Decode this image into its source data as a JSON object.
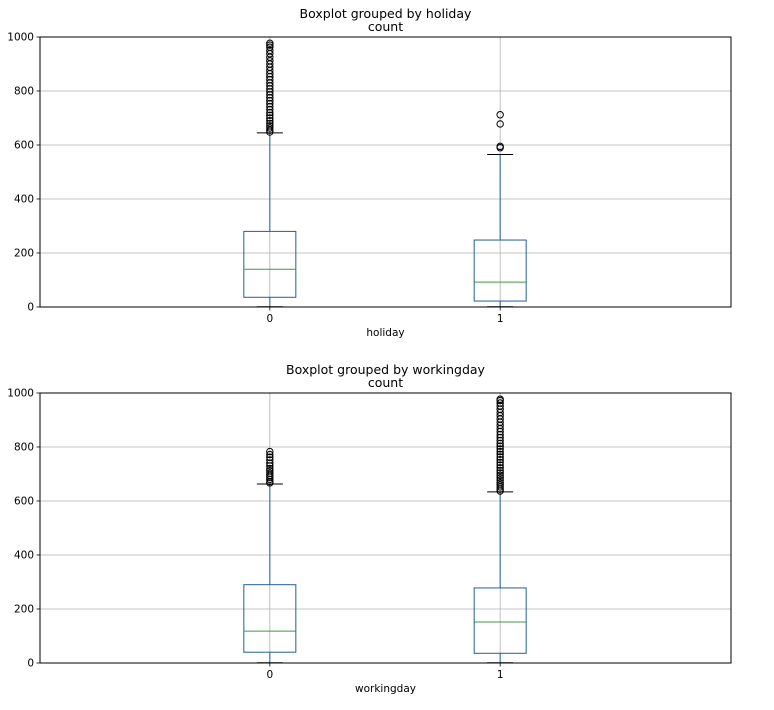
{
  "chart_data": [
    {
      "type": "boxplot",
      "title": "Boxplot grouped by holiday",
      "subtitle": "count",
      "xlabel": "holiday",
      "ylabel": "",
      "ylim": [
        0,
        1000
      ],
      "yticks": [
        "0",
        "200",
        "400",
        "600",
        "800",
        "1000"
      ],
      "categories": [
        "0",
        "1"
      ],
      "grid": true,
      "boxes": [
        {
          "category": "0",
          "q1": 36,
          "median": 140,
          "q3": 280,
          "whisker_low": 1,
          "whisker_high": 645,
          "outliers": [
            648,
            655,
            663,
            671,
            680,
            690,
            700,
            710,
            720,
            731,
            742,
            753,
            764,
            775,
            786,
            797,
            808,
            819,
            830,
            842,
            853,
            864,
            876,
            888,
            900,
            912,
            925,
            938,
            950,
            962,
            970,
            977
          ]
        },
        {
          "category": "1",
          "q1": 22,
          "median": 92,
          "q3": 248,
          "whisker_low": 1,
          "whisker_high": 565,
          "outliers": [
            590,
            595,
            678,
            712
          ]
        }
      ]
    },
    {
      "type": "boxplot",
      "title": "Boxplot grouped by workingday",
      "subtitle": "count",
      "xlabel": "workingday",
      "ylabel": "",
      "ylim": [
        0,
        1000
      ],
      "yticks": [
        "0",
        "200",
        "400",
        "600",
        "800",
        "1000"
      ],
      "categories": [
        "0",
        "1"
      ],
      "grid": true,
      "boxes": [
        {
          "category": "0",
          "q1": 40,
          "median": 118,
          "q3": 290,
          "whisker_low": 1,
          "whisker_high": 663,
          "outliers": [
            667,
            672,
            680,
            688,
            695,
            703,
            712,
            720,
            730,
            740,
            752,
            762,
            772,
            783
          ]
        },
        {
          "category": "1",
          "q1": 36,
          "median": 152,
          "q3": 278,
          "whisker_low": 1,
          "whisker_high": 634,
          "outliers": [
            637,
            644,
            652,
            660,
            668,
            677,
            686,
            695,
            704,
            713,
            723,
            733,
            743,
            753,
            763,
            773,
            783,
            793,
            803,
            813,
            824,
            835,
            846,
            857,
            868,
            880,
            892,
            904,
            916,
            928,
            940,
            952,
            963,
            972,
            977
          ]
        }
      ]
    }
  ]
}
